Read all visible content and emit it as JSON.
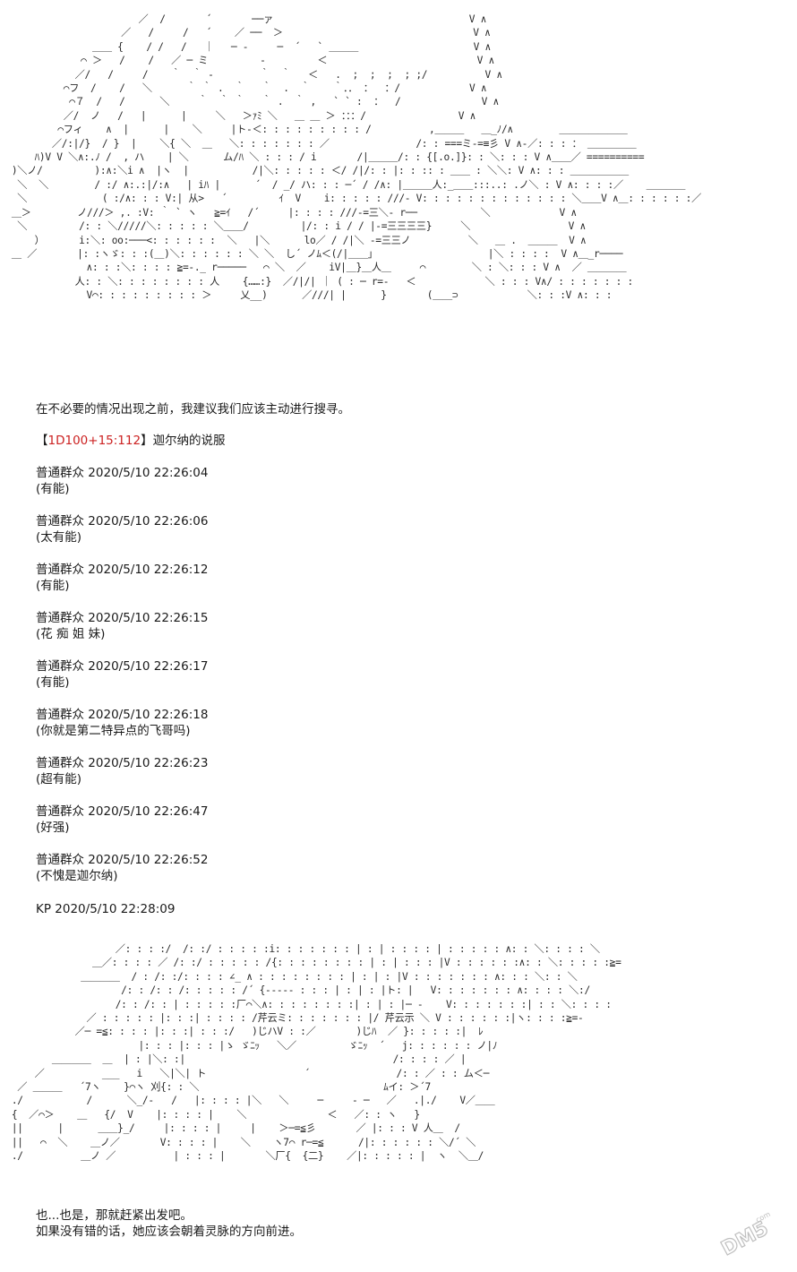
{
  "art_top": "                        ／  /       ´       ──ァ                                  V ∧\n                     ／   /     /   ´    ／ ──  ＞                                 V ∧\n                ＿＿ {    / /   /   ｜   ─ ‐     ─  ´   ` ＿＿＿                    V ∧\n              ⌒ ＞   /    /   ／ ─ ミ         ‐         ＜                          V ∧\n             ／/   /     /    ｀  ｀ ‐        ｀  ｀   ＜   .  ;  ;  ;  ; ;/          V ∧\n           ⌒フ  /    /   ＼      ｀ ｀ .  ｀   ｀  .  ｀    ｀．． ：  ：/            V ∧\n            ⌒７  /   /      ＼     ｀  ｀ ｀   ｀ .  ｀ ,   ` ` :  ：  /              V ∧\n           ／/  ノ   /   |      |     ＼   ＞ｧﾐ ＼   ＿ ＿ ＞ ：：：/                V ∧\n          ⌒フィ    ∧  |      |    ＼     |ト-＜: : : : : : : : : /          ,＿＿＿   ＿_ﾉ/∧        ＿＿＿＿＿＿＿\n         ／/:|/}  / }  |    ＼{ ＼  ＿   ＼: : : : : : : ／               /: : ===ミ-=≡彡 V ∧-／: : : ： ＿＿＿＿＿\n      ﾊ)V V ＼∧:.ﾉ /  , ハ    | ＼      ム/ﾊ ＼ : : : / i       /|＿＿＿/: : {[.o.]}: : ＼: : : V ∧＿＿／ ==========\n  )＼ノ/         ):∧:＼i ∧  |ヽ  |           /|＼: : : : : ＜/ /|/: : |: : :: : ＿＿ : ＼＼: V ∧: : : ＿＿＿＿＿＿\n   ＼  ＼        / :/ ∧:.:|/:∧   | iﾊ |      ´  / _/ ハ: : : ─´ / /∧: |＿＿＿人:_＿＿:::..: .ノ＼ : V ∧: : : :／    ＿＿＿＿\n   ＼             ( :/∧: : : V:| 从>   ´         ｲ  V    i: : : : : ///- V: : : : : : : : : : : : : ＼＿＿V ∧＿: : : : : :／\n  ＿＞        ノ///＞ ,. :V: ｀ ` ヽ   ≧=ｲ   /´     |: : : : ///-=三＼- r──           ＼            V ∧\n   ＼         /: : ＼/////＼: : : : : ＼＿＿/         |/: : i / / |-=三三三三}     ＼                 V ∧\n      ）      i:＼: oo:───<: : : : : :  ＼   |＼      lo／ / /|＼ -=三三ノ          ＼   ＿ .  ＿＿＿  V ∧\n  ＿ ／       |: :ヽゞ: : :(＿)＼: : : : : : ＼ ＼  し´ ノﾑ＜(/|＿＿｣                    |＼ : : : :  V ∧＿_r────\n               ∧: : :＼: : : : ≧=-._ r─────   ⌒ ＼  ／    iV|＿}＿人＿     ⌒        ＼ : ＼: : : V ∧  ／ ＿＿＿＿\n             人: : ＼: : : : : : : : 人    {……:}  ／/|/| ｜ ( : ─ r=-   ＜            ＼ : : : V∧/ : : : : : : :\n               V⌒: : : : : : : : : ＞     乂__)      ／///| |      }       (＿＿⊃            ＼: : :V ∧: : :",
  "art_bottom": "                    ／: : : :/  /: :/ : : : : :i: : : : : : : | : | : : : : | : : : : : ∧: : ＼: : : : ＼\n                ＿／: : : : ／ /: :/ : : : : : /{: : : : : : : : | : | : : : |V : : : : : :∧: : ＼: : : : :≧=\n              ＿＿＿＿  / : /: :/: : : : ∠_ ∧ : : : : : : : : | : | : |V : : : : : : : ∧: : : ＼: : ＼\n                     /: : /: : /: : : : : /´ {‐‐‐‐‐ : : : | : | : |ト: |   V: : : : : : : ∧: : : : ＼:/\n                    /: : /: : | : : : : :厂⌒＼∧: : : : : : : :| : | : |─ ‐    V: : : : : : :| : : ＼: : : :\n               ／ : : : : : |: : :| : : : : /芹云ミ: : : : : : : |/ 芹云示 ＼ V : : : : : :|ヽ: : : :≧=-\n             ／─ =≦: : : : |: : :| : : :/   )じハV : :／       )じﾊ  ／ }: : : : :|  ﾚ\n                        |: : : |: : : |ゝ ゞﾆｯ   ＼／         ゞﾆｯ  ´   j: : : : : : ノ|ﾉ\n         ＿＿＿＿  ＿  | : |＼: :|                                    /: : : : ／ |\n      ／          ___   i   ＼|＼| ト                 ´               /: : ／ : : ム＜─\n   ／ ＿＿＿   ´7ヽ    }⌒ヽ 刈{: : ＼                                ﾑイ: ＞´7\n  ./           /      ＼_/‐   /   |: : : : |＼   ＼     ─     ‐ ─   ／   .|./    V／＿＿\n  {  ／⌒＞    ＿   {/  V    |: : : : |    ＼              ＜   ／: : ヽ   }\n  ||      |      ＿＿}_/     |: : : : |     |    ＞─=≦彡       ／ |: : : V 人＿  /\n  ||   ⌒  ＼    ＿ノ／       V: : : : |    ＼    ヽ7⌒ r─=≦      /|: : : : : : ＼/´ ＼\n  ./          ＿ノ ／          | : : : |       ＼厂{  {二}    ／|: : : : : |  ヽ  ＼＿/",
  "lines": {
    "narration_1": "在不必要的情况出现之前，我建议我们应该主动进行搜寻。",
    "roll_open": "【",
    "roll_expr": "1D100+15:112",
    "roll_close": "】",
    "roll_label": "迦尔纳的说服",
    "kp_line": "KP 2020/5/10 22:28:09",
    "narration_2": "也...也是，那就赶紧出发吧。",
    "narration_3": "如果没有错的话，她应该会朝着灵脉的方向前进。"
  },
  "comments": [
    {
      "author": "普通群众",
      "time": "2020/5/10 22:26:04",
      "text": "(有能)"
    },
    {
      "author": "普通群众",
      "time": "2020/5/10 22:26:06",
      "text": "(太有能)"
    },
    {
      "author": "普通群众",
      "time": "2020/5/10 22:26:12",
      "text": "(有能)"
    },
    {
      "author": "普通群众",
      "time": "2020/5/10 22:26:15",
      "text": "(花 痴 姐 妹)"
    },
    {
      "author": "普通群众",
      "time": "2020/5/10 22:26:17",
      "text": "(有能)"
    },
    {
      "author": "普通群众",
      "time": "2020/5/10 22:26:18",
      "text": "(你就是第二特异点的飞哥吗)"
    },
    {
      "author": "普通群众",
      "time": "2020/5/10 22:26:23",
      "text": "(超有能)"
    },
    {
      "author": "普通群众",
      "time": "2020/5/10 22:26:47",
      "text": "(好强)"
    },
    {
      "author": "普通群众",
      "time": "2020/5/10 22:26:52",
      "text": "(不愧是迦尔纳)"
    }
  ],
  "watermark": {
    "text": "DM5",
    "suffix": ".com"
  },
  "colors": {
    "roll_red": "#cc2222",
    "text": "#1a1a1a",
    "watermark": "#bfbfbf"
  }
}
